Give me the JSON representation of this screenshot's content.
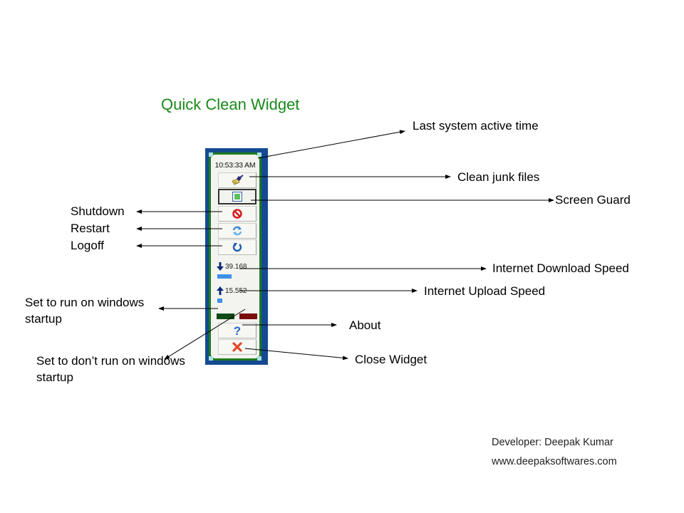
{
  "title": "Quick Clean Widget",
  "widget": {
    "time": "10:53:33 AM",
    "download_speed": "39.168",
    "upload_speed": "15.552",
    "download_level": 0.6,
    "upload_level": 0.2,
    "colors": {
      "frame": "#154a91",
      "border": "#1f7a1f",
      "startup_on": "#0f4a16",
      "startup_off": "#7a0c0c",
      "speed_bar": "#3d8fe6"
    },
    "buttons": [
      {
        "name": "clean-junk",
        "icon": "broom-icon"
      },
      {
        "name": "screen-guard",
        "icon": "screen-icon"
      },
      {
        "name": "shutdown",
        "icon": "no-entry-icon"
      },
      {
        "name": "restart",
        "icon": "refresh-icon"
      },
      {
        "name": "logoff",
        "icon": "undo-icon"
      },
      {
        "name": "about",
        "icon": "question-icon"
      },
      {
        "name": "close",
        "icon": "close-x-icon"
      }
    ]
  },
  "callouts": {
    "last_active": "Last system active time",
    "clean_junk": "Clean junk files",
    "screen_guard": "Screen Guard",
    "shutdown": "Shutdown",
    "restart": "Restart",
    "logoff": "Logoff",
    "download": "Internet Download Speed",
    "upload": "Internet Upload Speed",
    "run_startup_line1": "Set to run on windows",
    "run_startup_line2": "startup",
    "no_startup_line1": "Set to don’t run on windows",
    "no_startup_line2": "startup",
    "about": "About",
    "close": "Close Widget"
  },
  "credits": {
    "developer": "Developer: Deepak Kumar",
    "website": "www.deepaksoftwares.com"
  }
}
